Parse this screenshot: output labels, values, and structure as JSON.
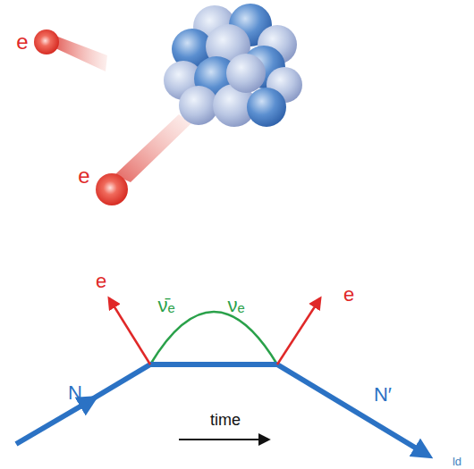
{
  "diagram": {
    "labels": [
      "e",
      "e",
      "e",
      "ν̄ₑ",
      "νₑ",
      "e",
      "N",
      "N′",
      "time",
      "ld"
    ]
  }
}
